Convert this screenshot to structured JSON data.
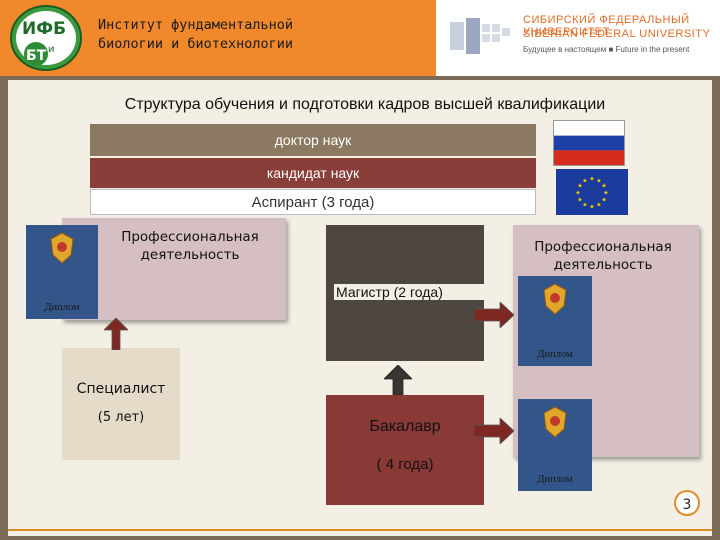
{
  "header": {
    "institute_line1": "Институт фундаментальной",
    "institute_line2": "биологии и биотехнологии",
    "logo_text_top": "ИФБ",
    "logo_text_bottom": "БТ",
    "logo_text_mid": "и",
    "university_name_ru": "СИБИРСКИЙ ФЕДЕРАЛЬНЫЙ УНИВЕРСИТЕТ",
    "university_name_en": "SIBERIAN FEDERAL UNIVERSITY",
    "university_slogan": "Будущее в настоящем ■ Future in the present"
  },
  "slide": {
    "title": "Структура обучения и подготовки кадров высшей квалификации",
    "doctor": "доктор наук",
    "candidate": "кандидат наук",
    "aspirant": "Аспирант (3 года)",
    "professional_left": "Профессиональная деятельность",
    "professional_right": "Профессиональная деятельность",
    "master": "Магистр (2 года)",
    "bachelor": "Бакалавр",
    "bachelor_years": "( 4 года)",
    "specialist": "Специалист",
    "specialist_years": "(5 лет)",
    "diploma_label": "Диплом",
    "page_number": "3"
  },
  "colors": {
    "header_orange": "#f1892c",
    "frame_brown": "#7b6a55",
    "doctor_bar": "#8c7962",
    "candidate_bar": "#8a3e3a",
    "bachelor_box": "#8a3a36",
    "master_box": "#4e4641",
    "arrow_red": "#8c2d2a"
  }
}
